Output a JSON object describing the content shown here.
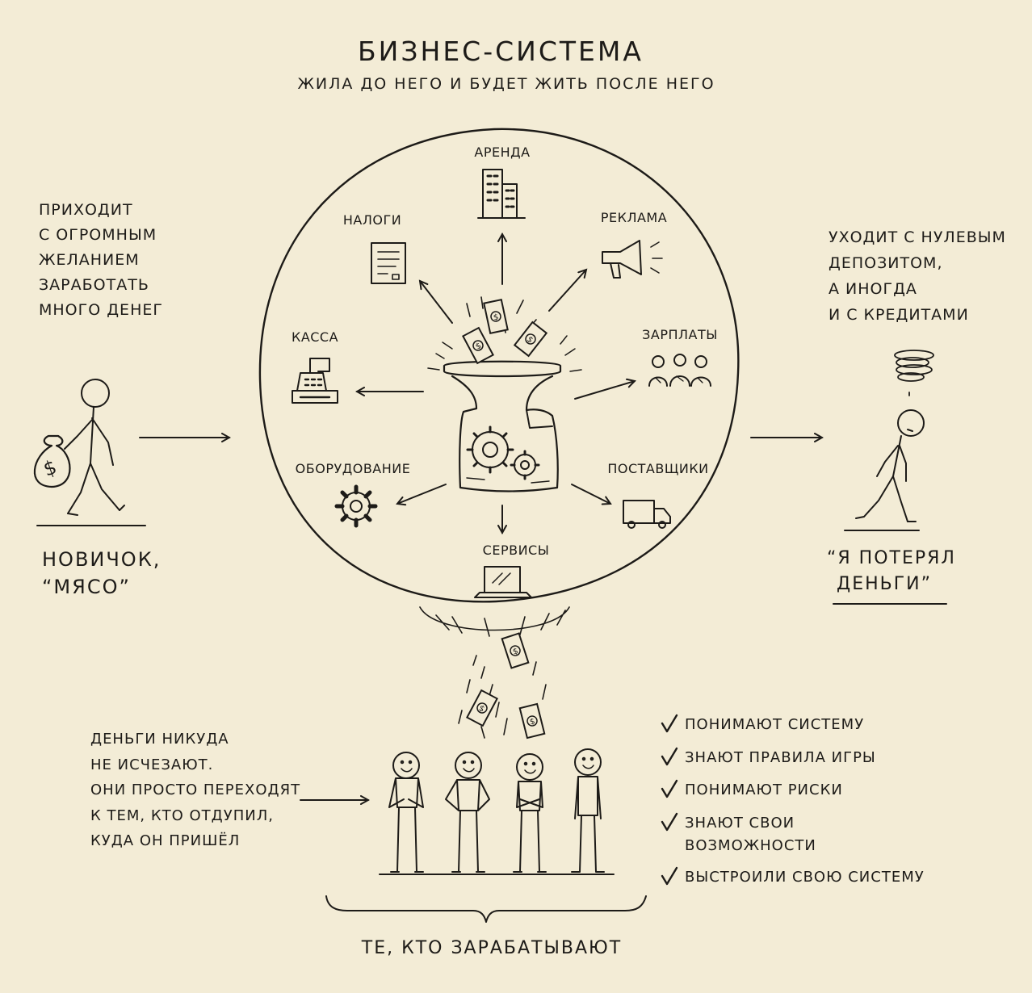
{
  "title": "БИЗНЕС-СИСТЕМА",
  "subtitle": "ЖИЛА ДО НЕГО И БУДЕТ ЖИТЬ ПОСЛЕ НЕГО",
  "left_text": [
    "ПРИХОДИТ",
    "С ОГРОМНЫМ",
    "ЖЕЛАНИЕМ",
    "ЗАРАБОТАТЬ",
    "МНОГО ДЕНЕГ"
  ],
  "newcomer_caption": [
    "НОВИЧОК,",
    "“МЯСО”"
  ],
  "right_text": [
    "УХОДИТ С НУЛЕВЫМ",
    "ДЕПОЗИТОМ,",
    "А ИНОГДА",
    "И С КРЕДИТАМИ"
  ],
  "loser_quote": [
    "“Я ПОТЕРЯЛ",
    "ДЕНЬГИ”"
  ],
  "system_items": {
    "rent": "АРЕНДА",
    "taxes": "НАЛОГИ",
    "ads": "РЕКЛАМА",
    "cashbox": "КАССА",
    "salaries": "ЗАРПЛАТЫ",
    "equipment": "ОБОРУДОВАНИЕ",
    "suppliers": "ПОСТАВЩИКИ",
    "services": "СЕРВИСЫ"
  },
  "money_text": [
    "ДЕНЬГИ НИКУДА",
    "НЕ ИСЧЕЗАЮТ.",
    "ОНИ ПРОСТО ПЕРЕХОДЯТ",
    "К ТЕМ, КТО ОТДУПИЛ,",
    "КУДА ОН ПРИШЁЛ"
  ],
  "checklist": [
    [
      "ПОНИМАЮТ СИСТЕМУ"
    ],
    [
      "ЗНАЮТ ПРАВИЛА ИГРЫ"
    ],
    [
      "ПОНИМАЮТ РИСКИ"
    ],
    [
      "ЗНАЮТ СВОИ",
      "ВОЗМОЖНОСТИ"
    ],
    [
      "ВЫСТРОИЛИ СВОЮ СИСТЕМУ"
    ]
  ],
  "check_mark": "✓",
  "earners_caption": "ТЕ, КТО ЗАРАБАТЫВАЮТ",
  "money_symbol": "$",
  "colors": {
    "background": "#f3ecd6",
    "ink": "#1d1b18"
  },
  "icons": [
    "building-icon",
    "document-icon",
    "megaphone-icon",
    "cash-register-icon",
    "workers-icon",
    "gear-icon",
    "truck-icon",
    "laptop-icon",
    "meat-grinder-icon",
    "money-bag-icon",
    "banknote-icon",
    "confusion-scribble-icon",
    "checkmark-icon",
    "brace-icon"
  ]
}
